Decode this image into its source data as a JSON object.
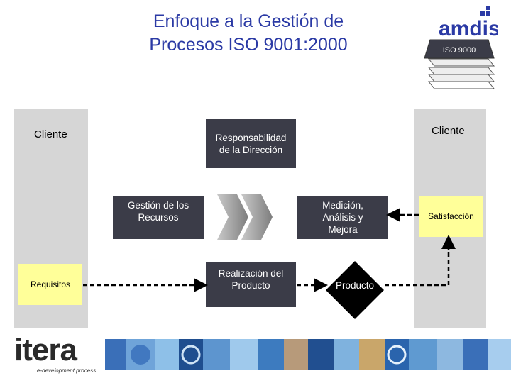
{
  "title": {
    "line1": "Enfoque a la Gestión de",
    "line2": "Procesos ISO 9001:2000"
  },
  "logo": {
    "brand": "amdis",
    "standard": "ISO 9000",
    "accent": "#2b3aa5"
  },
  "left_column": {
    "client_label": "Cliente",
    "input_label": "Requisitos"
  },
  "right_column": {
    "client_label": "Cliente",
    "output_label": "Satisfacción"
  },
  "process": {
    "management": {
      "line1": "Responsabilidad",
      "line2": "de la Dirección"
    },
    "resources": {
      "line1": "Gestión  de los",
      "line2": "Recursos"
    },
    "measurement": {
      "line1": "Medición,",
      "line2": "Análisis y",
      "line3": "Mejora"
    },
    "realization": {
      "line1": "Realización del",
      "line2": "Producto"
    },
    "product": "Producto"
  },
  "footer": {
    "brand": "itera",
    "tagline": "e-development process"
  },
  "colors": {
    "client_column": "#d6d6d6",
    "process_box": "#3b3c48",
    "highlight": "#ffff99",
    "title": "#2b3aa5"
  },
  "icons": [
    "chevron-arrow-icon",
    "iso-stack-icon",
    "image-strip"
  ]
}
